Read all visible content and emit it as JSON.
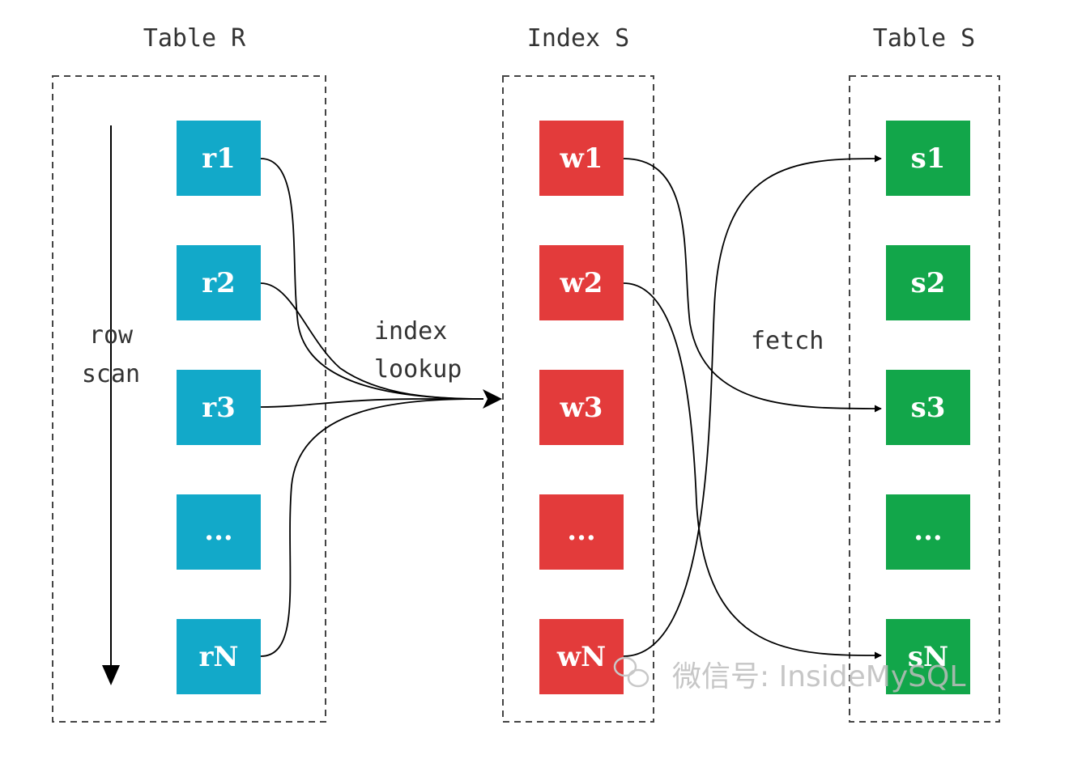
{
  "colors": {
    "table_r": "#12a9c9",
    "index_s": "#e33b3b",
    "table_s": "#12a64a",
    "line": "#000000",
    "border": "#444444"
  },
  "panels": {
    "table_r": {
      "title": "Table R",
      "nodes": [
        "r1",
        "r2",
        "r3",
        "...",
        "rN"
      ]
    },
    "index_s": {
      "title": "Index S",
      "nodes": [
        "w1",
        "w2",
        "w3",
        "...",
        "wN"
      ]
    },
    "table_s": {
      "title": "Table S",
      "nodes": [
        "s1",
        "s2",
        "s3",
        "...",
        "sN"
      ]
    }
  },
  "labels": {
    "row_scan_line1": "row",
    "row_scan_line2": "scan",
    "index_lookup_line1": "index",
    "index_lookup_line2": "lookup",
    "fetch": "fetch"
  },
  "watermark": {
    "text": "微信号: InsideMySQL",
    "icon": "wechat-icon"
  },
  "connections": {
    "lookup_sources": [
      "r1",
      "r2",
      "r3",
      "rN"
    ],
    "fetch": [
      {
        "from": "w1",
        "to": "s3"
      },
      {
        "from": "w2",
        "to": "sN"
      },
      {
        "from": "wN",
        "to": "s1"
      }
    ]
  }
}
